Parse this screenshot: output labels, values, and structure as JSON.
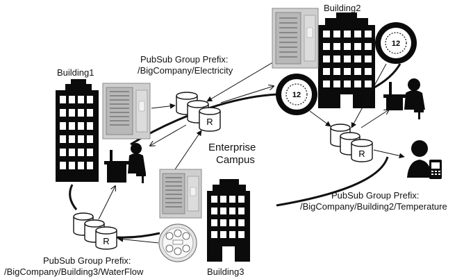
{
  "labels": {
    "building1": "Building1",
    "building2": "Building2",
    "building3": "Building3",
    "enterprise_line1": "Enterprise",
    "enterprise_line2": "Campus",
    "prefix_electricity_title": "PubSub Group Prefix:",
    "prefix_electricity_path": "/BigCompany/Electricity",
    "prefix_temperature_title": "PubSub Group Prefix:",
    "prefix_temperature_path": "/BigCompany/Building2/Temperature",
    "prefix_waterflow_title": "PubSub Group Prefix:",
    "prefix_waterflow_path": "/BigCompany/Building3/WaterFlow",
    "router_letter": "R",
    "thermostat_reading": "12"
  },
  "icons": [
    "building-icon",
    "breaker-panel-icon",
    "thermostat-icon",
    "water-meter-icon",
    "office-worker-icon",
    "mobile-user-icon",
    "server-cylinder-icon"
  ],
  "colors": {
    "building": "#0b0b0b",
    "panel": "#c8c8c8",
    "line": "#111111",
    "background": "#ffffff"
  }
}
